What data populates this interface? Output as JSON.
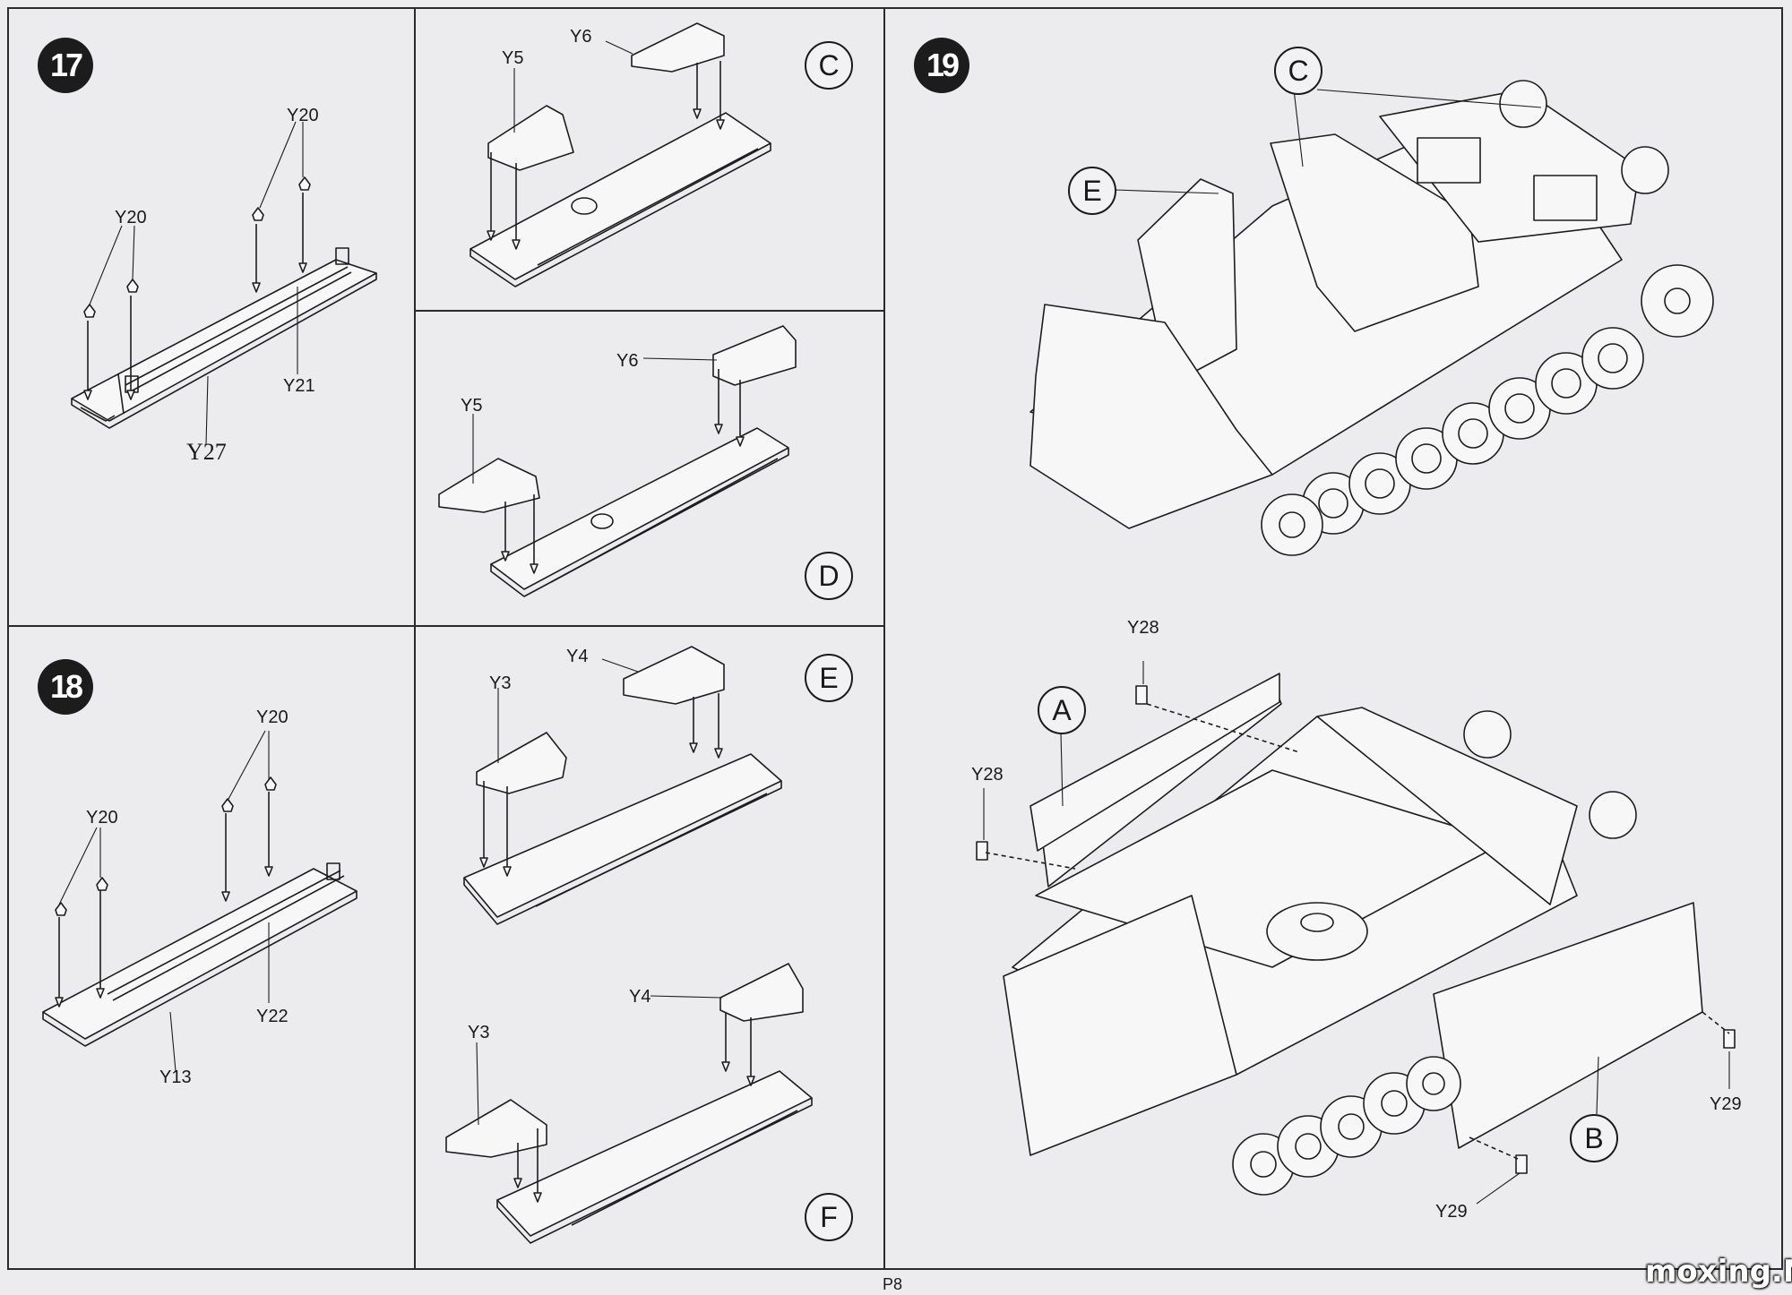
{
  "page": {
    "number": "P8",
    "watermark": "moxing.NET"
  },
  "steps": [
    {
      "number": "17",
      "parts": {
        "a": "Y20",
        "b": "Y20",
        "c": "Y21",
        "d": "Y27"
      }
    },
    {
      "number": "18",
      "parts": {
        "a": "Y20",
        "b": "Y20",
        "c": "Y22",
        "d": "Y13"
      }
    },
    {
      "number": "19",
      "parts": {
        "y28a": "Y28",
        "y28b": "Y28",
        "y29a": "Y29",
        "y29b": "Y29"
      }
    }
  ],
  "subassemblies": [
    {
      "label": "C",
      "parts": {
        "a": "Y5",
        "b": "Y6"
      }
    },
    {
      "label": "D",
      "parts": {
        "a": "Y5",
        "b": "Y6"
      }
    },
    {
      "label": "E",
      "parts": {
        "a": "Y3",
        "b": "Y4"
      }
    },
    {
      "label": "F",
      "parts": {
        "a": "Y3",
        "b": "Y4"
      }
    }
  ],
  "step19_callouts": {
    "c": "C",
    "e": "E",
    "a": "A",
    "b": "B"
  }
}
